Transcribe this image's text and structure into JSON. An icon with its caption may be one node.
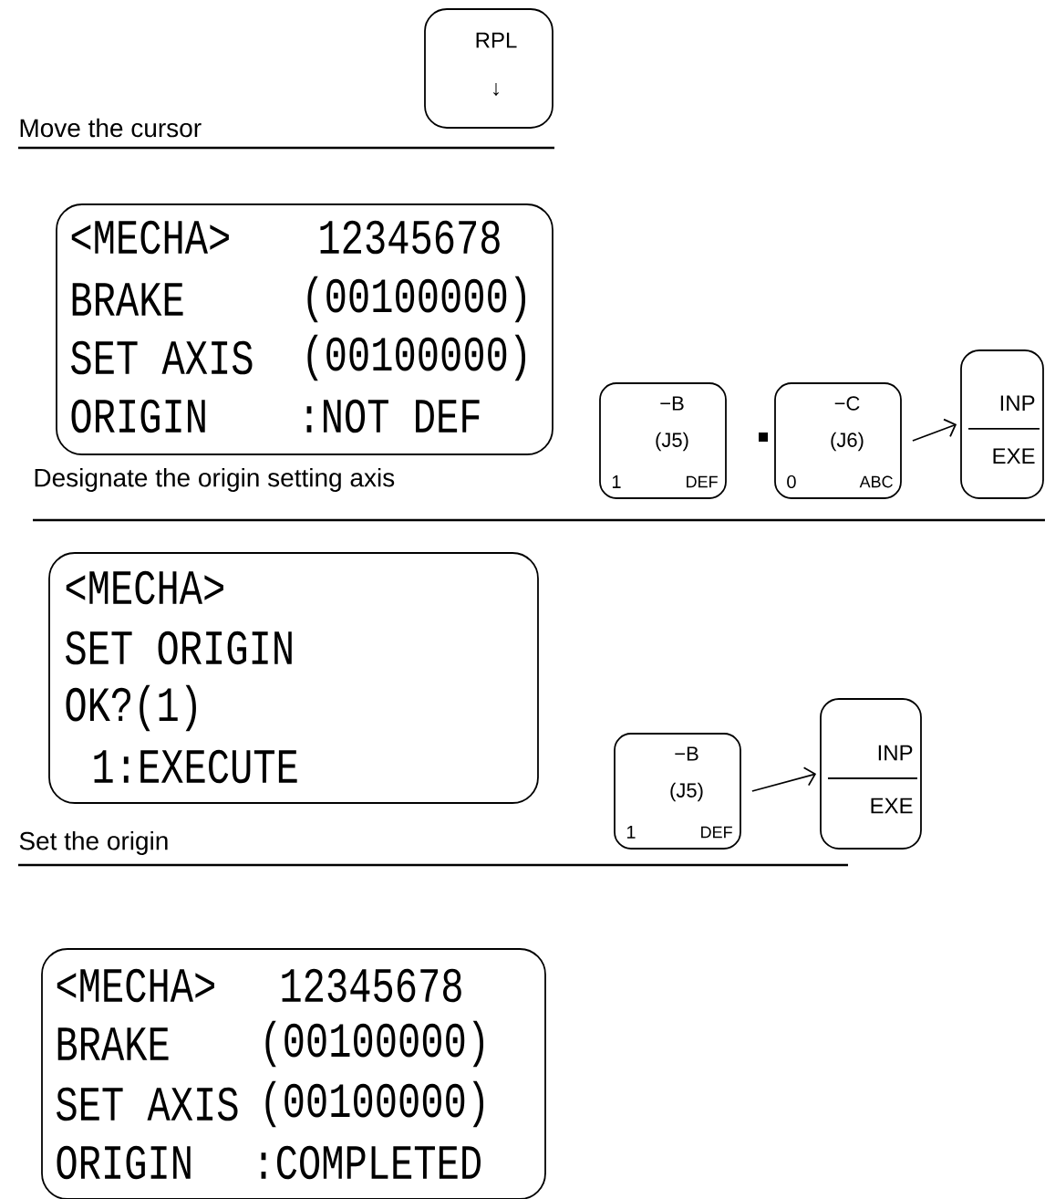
{
  "diagram": {
    "nodes": [
      {
        "text": [
          "RPL",
          "↓"
        ]
      },
      {
        "text": [
          "<MECHA>",
          "12345678",
          "BRAKE",
          "(00100000)",
          "SET AXIS",
          "(00100000)",
          "ORIGIN",
          ":NOT DEF"
        ]
      },
      {
        "text": [
          "−B",
          "(J5)",
          "1",
          "DEF"
        ]
      },
      {
        "text": [
          "−C",
          "(J6)",
          "0",
          "ABC"
        ]
      },
      {
        "text": [
          "INP",
          "EXE"
        ]
      },
      {
        "text": [
          "<MECHA>",
          "SET ORIGIN",
          "OK?(1)",
          "1:EXECUTE"
        ]
      },
      {
        "text": [
          "−B",
          "(J5)",
          "1",
          "DEF"
        ]
      },
      {
        "text": [
          "INP",
          "EXE"
        ]
      },
      {
        "text": [
          "<MECHA>",
          "12345678",
          "BRAKE",
          "(00100000)",
          "SET AXIS",
          "(00100000)",
          "ORIGIN",
          ":COMPLETED"
        ]
      }
    ],
    "edges": [
      {
        "from": 3,
        "to": 4,
        "arrow": "to"
      },
      {
        "from": 6,
        "to": 7,
        "arrow": "to"
      }
    ],
    "labels": [
      "Move the cursor",
      "Designate the origin setting axis",
      "Set the origin"
    ]
  }
}
